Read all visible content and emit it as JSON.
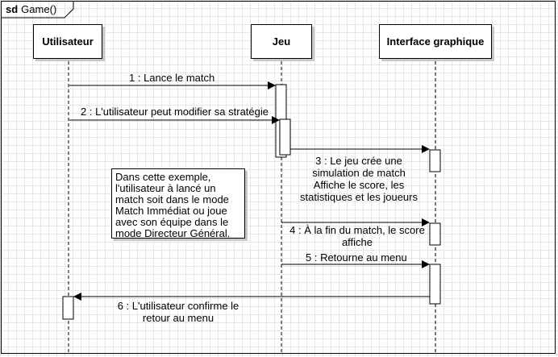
{
  "frame": {
    "keyword": "sd",
    "name": "Game()"
  },
  "lifelines": [
    {
      "id": "utilisateur",
      "label": "Utilisateur"
    },
    {
      "id": "jeu",
      "label": "Jeu"
    },
    {
      "id": "ui",
      "label": "Interface graphique"
    }
  ],
  "messages": [
    {
      "label": "1 : Lance le match"
    },
    {
      "label": "2 : L'utilisateur peut modifier sa stratégie"
    },
    {
      "label": "3 : Le jeu crée une\nsimulation de match\nAffiche le score, les\nstatistiques et les joueurs"
    },
    {
      "label": "4 : À la fin du match, le score\naffiche"
    },
    {
      "label": "5 : Retourne au menu"
    },
    {
      "label": "6 : L'utilisateur confirme le\nretour au menu"
    }
  ],
  "note": {
    "text": "Dans cette exemple,\nl'utilisateur à lancé un\nmatch soit dans le mode\nMatch Immédiat ou joue\navec son équipe dans le\nmode Directeur Général."
  }
}
